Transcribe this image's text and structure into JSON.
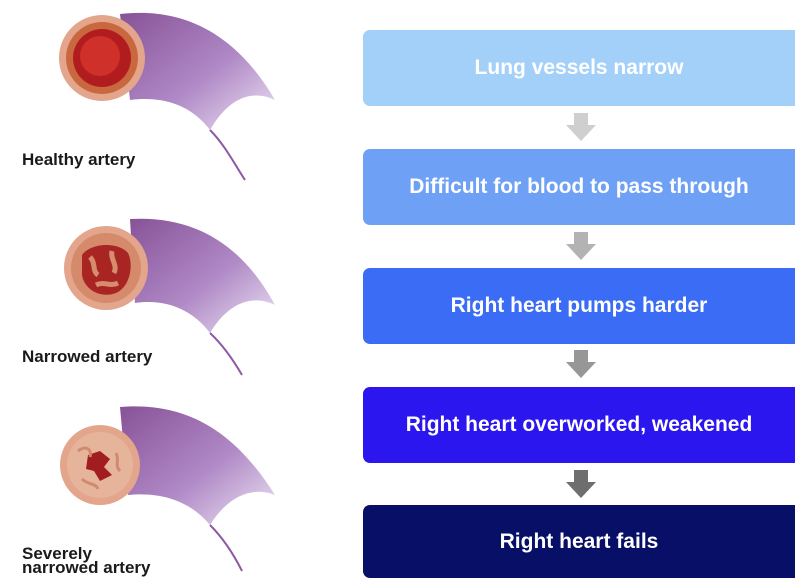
{
  "arteries": [
    {
      "label": "Healthy artery",
      "state": "healthy"
    },
    {
      "label": "Narrowed artery",
      "state": "narrowed"
    },
    {
      "label": "Severely\nnarrowed artery",
      "state": "severe"
    }
  ],
  "flow_steps": [
    {
      "label": "Lung vessels narrow",
      "color": "#a3d0f8"
    },
    {
      "label": "Difficult for blood to pass through",
      "color": "#6ea1f6"
    },
    {
      "label": "Right heart pumps harder",
      "color": "#3a6cf5"
    },
    {
      "label": "Right heart overworked, weakened",
      "color": "#2c16ef"
    },
    {
      "label": "Right heart fails",
      "color": "#080f66"
    }
  ],
  "arrow_colors": [
    "#cfcfcf",
    "#b3b3b3",
    "#979797",
    "#6e6e6e"
  ]
}
